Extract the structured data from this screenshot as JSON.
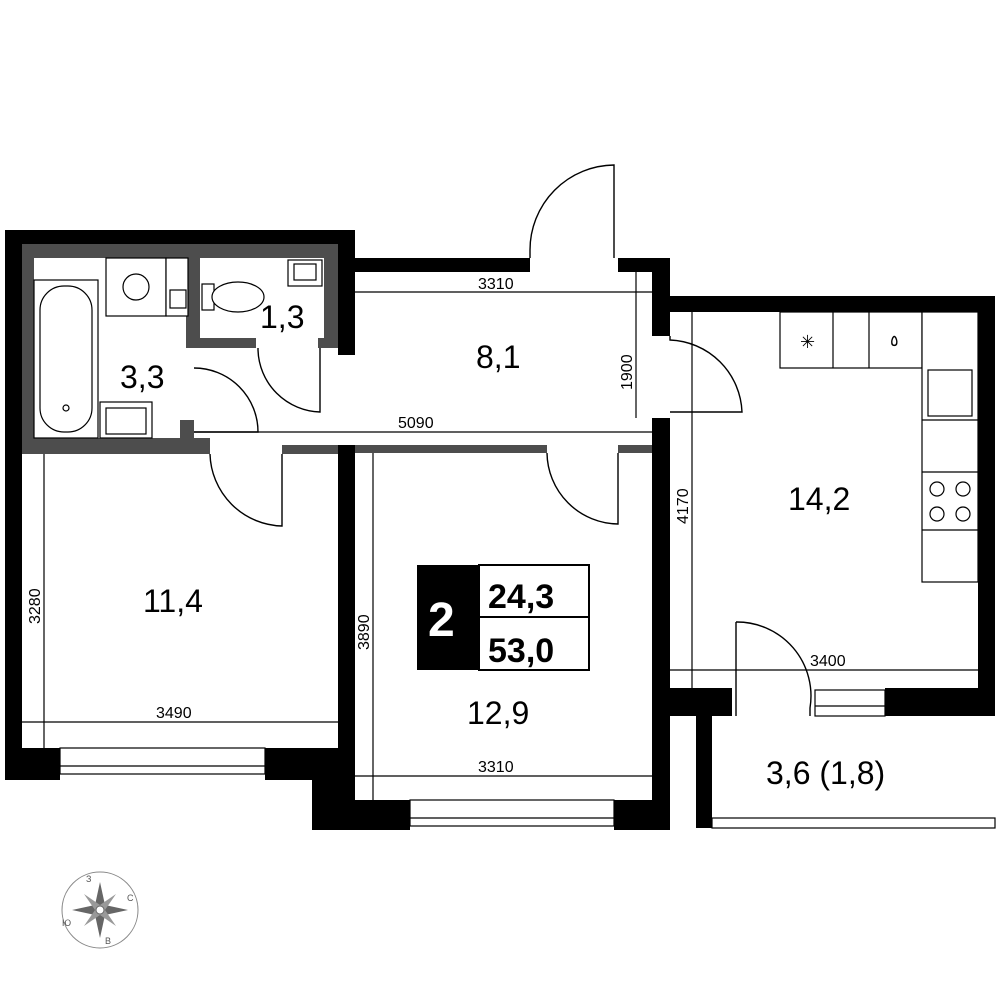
{
  "rooms": {
    "bathroom": "3,3",
    "toilet": "1,3",
    "hallway": "8,1",
    "bedroom": "11,4",
    "living": "12,9",
    "kitchen": "14,2",
    "balcony": "3,6 (1,8)"
  },
  "dimensions": {
    "hall_top_width": "3310",
    "hall_height": "1900",
    "hall_full_width": "5090",
    "bedroom_height": "3280",
    "bedroom_width": "3490",
    "living_height": "3890",
    "living_width": "3310",
    "kitchen_height": "4170",
    "kitchen_width": "3400"
  },
  "summary": {
    "rooms_count": "2",
    "living_area": "24,3",
    "total_area": "53,0"
  },
  "compass": {
    "north": "С",
    "south": "Ю",
    "east": "В",
    "west": "З"
  },
  "colors": {
    "wall": "#000000",
    "inner_wall": "#4d4d4d",
    "background": "#ffffff"
  }
}
